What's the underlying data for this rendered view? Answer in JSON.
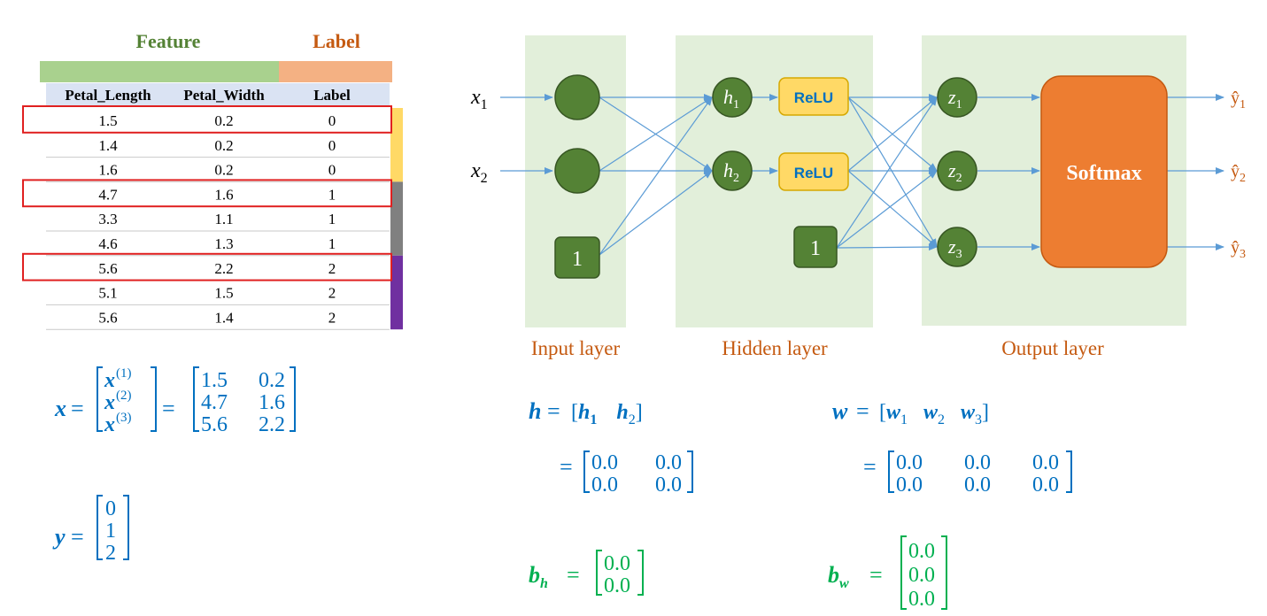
{
  "table": {
    "group_headers": {
      "feature": "Feature",
      "label": "Label"
    },
    "columns": [
      "Petal_Length",
      "Petal_Width",
      "Label"
    ],
    "rows": [
      [
        "1.5",
        "0.2",
        "0"
      ],
      [
        "1.4",
        "0.2",
        "0"
      ],
      [
        "1.6",
        "0.2",
        "0"
      ],
      [
        "4.7",
        "1.6",
        "1"
      ],
      [
        "3.3",
        "1.1",
        "1"
      ],
      [
        "4.6",
        "1.3",
        "1"
      ],
      [
        "5.6",
        "2.2",
        "2"
      ],
      [
        "5.1",
        "1.5",
        "2"
      ],
      [
        "5.6",
        "1.4",
        "2"
      ]
    ],
    "highlighted_rows": [
      0,
      3,
      6
    ],
    "class_bar_colors": [
      "#ffd966",
      "#808080",
      "#7030a0"
    ],
    "colors": {
      "feature_bar": "#a9d18e",
      "label_bar": "#f4b183",
      "header_fill": "#dae3f3",
      "highlight_border": "#e02020",
      "feature_text": "#548235",
      "label_text": "#c55a11"
    }
  },
  "math": {
    "x_lhs": "x",
    "x_terms": [
      "x",
      "x",
      "x"
    ],
    "x_sups": [
      "(1)",
      "(2)",
      "(3)"
    ],
    "x_matrix": [
      [
        "1.5",
        "0.2"
      ],
      [
        "4.7",
        "1.6"
      ],
      [
        "5.6",
        "2.2"
      ]
    ],
    "y_lhs": "y",
    "y_vector": [
      "0",
      "1",
      "2"
    ],
    "h_lhs": "h",
    "h_row": [
      {
        "base": "h",
        "sub": "1"
      },
      {
        "base": "h",
        "sub": "2"
      }
    ],
    "h_matrix": [
      [
        "0.0",
        "0.0"
      ],
      [
        "0.0",
        "0.0"
      ]
    ],
    "w_lhs": "w",
    "w_row": [
      {
        "base": "w",
        "sub": "1"
      },
      {
        "base": "w",
        "sub": "2"
      },
      {
        "base": "w",
        "sub": "3"
      }
    ],
    "w_matrix": [
      [
        "0.0",
        "0.0",
        "0.0"
      ],
      [
        "0.0",
        "0.0",
        "0.0"
      ]
    ],
    "bh_lhs": {
      "base": "b",
      "sub": "h"
    },
    "bh_vector": [
      "0.0",
      "0.0"
    ],
    "bw_lhs": {
      "base": "b",
      "sub": "w"
    },
    "bw_vector": [
      "0.0",
      "0.0",
      "0.0"
    ],
    "eq": "=",
    "colors": {
      "blue": "#0070c0",
      "green": "#00b050"
    }
  },
  "network": {
    "inputs": [
      {
        "base": "x",
        "sub": "1"
      },
      {
        "base": "x",
        "sub": "2"
      }
    ],
    "bias_label": "1",
    "hidden": [
      {
        "base": "h",
        "sub": "1"
      },
      {
        "base": "h",
        "sub": "2"
      }
    ],
    "activation": "ReLU",
    "outputs": [
      {
        "base": "z",
        "sub": "1"
      },
      {
        "base": "z",
        "sub": "2"
      },
      {
        "base": "z",
        "sub": "3"
      }
    ],
    "softmax": "Softmax",
    "predictions": [
      {
        "base": "ŷ",
        "sub": "1"
      },
      {
        "base": "ŷ",
        "sub": "2"
      },
      {
        "base": "ŷ",
        "sub": "3"
      }
    ],
    "layer_labels": [
      "Input layer",
      "Hidden layer",
      "Output layer"
    ],
    "colors": {
      "layer_bg": "#e2efda",
      "node": "#548235",
      "node_border": "#375623",
      "relu_fill": "#ffd966",
      "relu_text": "#0070c0",
      "softmax_fill": "#ed7d31",
      "arrow": "#5b9bd5",
      "layer_label": "#c55a11",
      "prediction_text": "#c55a11"
    }
  }
}
